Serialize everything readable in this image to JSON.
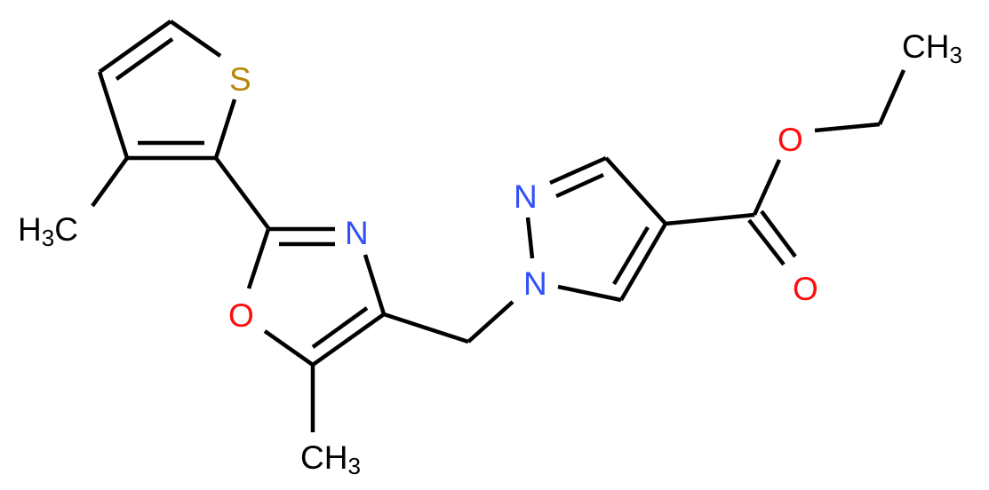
{
  "molecule": {
    "name": "ethyl 1-{[5-methyl-2-(3-methylthiophen-2-yl)-1,3-oxazol-4-yl]methyl}-1H-pyrazole-4-carboxylate",
    "colors": {
      "carbon": "#000000",
      "sulfur": "#B8860B",
      "oxygen": "#FF0D0D",
      "nitrogen": "#3050F8",
      "background": "#FFFFFF"
    },
    "atoms": {
      "thiophene_s": {
        "symbol": "S"
      },
      "thiophene_methyl": {
        "base": "H",
        "sub": "3",
        "tail": "C"
      },
      "oxazole_n": {
        "symbol": "N"
      },
      "oxazole_o": {
        "symbol": "O"
      },
      "oxazole_methyl": {
        "base": "CH",
        "sub": "3"
      },
      "pyrazole_n2": {
        "symbol": "N"
      },
      "pyrazole_n1": {
        "symbol": "N"
      },
      "ester_o_single": {
        "symbol": "O"
      },
      "ester_o_double": {
        "symbol": "O"
      },
      "ethyl_methyl": {
        "base": "CH",
        "sub": "3"
      }
    }
  }
}
